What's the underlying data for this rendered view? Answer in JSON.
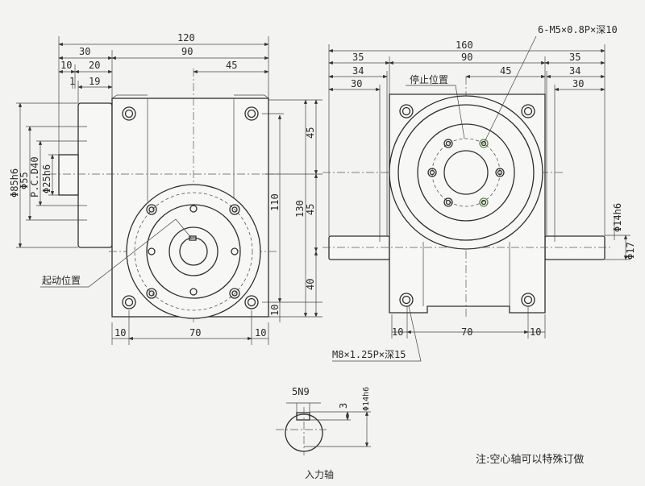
{
  "left_view": {
    "dims_top": {
      "overall": "120",
      "left": "30",
      "right": "90",
      "a": "10",
      "b": "20",
      "c": "1",
      "d": "19",
      "center": "45"
    },
    "dims_left": {
      "d85": "Φ85h6",
      "d55": "Φ55",
      "pcd": "P.C.D40",
      "d25": "Φ25h6"
    },
    "dims_right": {
      "h110": "110",
      "h130": "130",
      "s45a": "45",
      "s45b": "45",
      "s40": "40",
      "s10": "10"
    },
    "dims_bottom": {
      "a": "10",
      "b": "70",
      "c": "10"
    },
    "label_start": "起动位置"
  },
  "right_view": {
    "dims_top": {
      "overall": "160",
      "l35": "35",
      "mid90": "90",
      "r35": "35",
      "l34": "34",
      "r34": "34",
      "l30": "30",
      "r30": "30",
      "center": "45"
    },
    "label_tapped": "6-M5×0.8P×深10",
    "label_stop": "停止位置",
    "dims_right": {
      "d14": "Φ14h6",
      "d17": "Φ17"
    },
    "dims_bottom": {
      "a": "10",
      "b": "70",
      "c": "10"
    },
    "label_mount": "M8×1.25P×深15"
  },
  "key_detail": {
    "width": "5N9",
    "depth": "3",
    "dia": "Φ14h6",
    "title": "入力轴"
  },
  "note": "注:空心轴可以特殊订做"
}
